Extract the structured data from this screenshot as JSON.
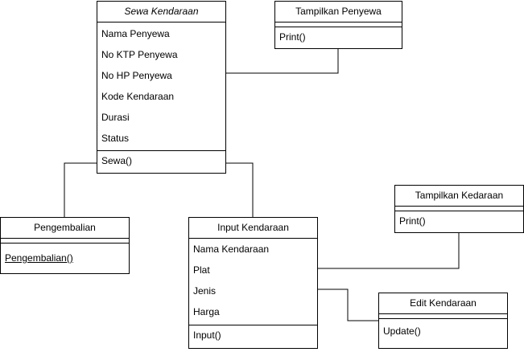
{
  "classes": {
    "sewa": {
      "title": "Sewa Kendaraan",
      "attributes": [
        "Nama Penyewa",
        "No KTP Penyewa",
        "No HP Penyewa",
        "Kode Kendaraan",
        "Durasi",
        "Status"
      ],
      "methods": [
        "Sewa()"
      ]
    },
    "tampilkan_penyewa": {
      "title": "Tampilkan Penyewa",
      "methods": [
        "Print()"
      ]
    },
    "pengembalian": {
      "title": "Pengembalian",
      "methods": [
        "Pengembalian()"
      ]
    },
    "input": {
      "title": "Input Kendaraan",
      "attributes": [
        "Nama Kendaraan",
        "Plat",
        "Jenis",
        "Harga"
      ],
      "methods": [
        "Input()"
      ]
    },
    "tampilkan_kedaraan": {
      "title": "Tampilkan Kedaraan",
      "methods": [
        "Print()"
      ]
    },
    "edit": {
      "title": "Edit Kendaraan",
      "methods": [
        "Update()"
      ]
    }
  },
  "colors": {
    "line": "#000000",
    "background": "#ffffff"
  }
}
